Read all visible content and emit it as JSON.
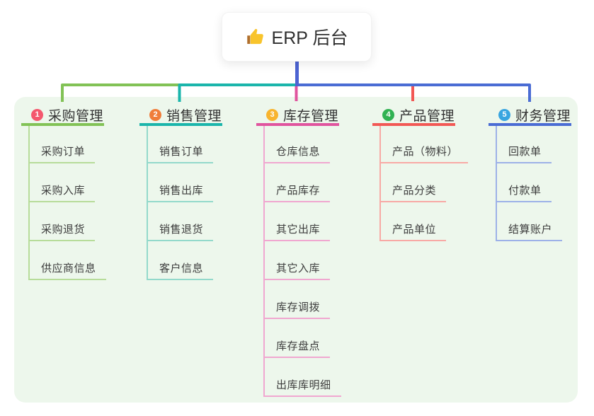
{
  "root": {
    "label": "ERP 后台",
    "icon": "thumbs-up-icon"
  },
  "colors": {
    "canvas_bg": "#ffffff",
    "panel_bg": "#edf7ec",
    "root_line": "#4c63d2",
    "green_line": "#82c256",
    "teal_line": "#1ab5ab",
    "pink_line": "#e0549e",
    "red_line": "#f25855",
    "blue_line": "#4a6cd4"
  },
  "branches": [
    {
      "index": "1",
      "label": "采购管理",
      "badge_color": "#f4586e",
      "line_color": "#82c256",
      "light_color": "#b7dc9a",
      "children": [
        "采购订单",
        "采购入库",
        "采购退货",
        "供应商信息"
      ]
    },
    {
      "index": "2",
      "label": "销售管理",
      "badge_color": "#f07d3a",
      "line_color": "#1ab5ab",
      "light_color": "#93d9cb",
      "children": [
        "销售订单",
        "销售出库",
        "销售退货",
        "客户信息"
      ]
    },
    {
      "index": "3",
      "label": "库存管理",
      "badge_color": "#f8b42e",
      "line_color": "#e0549e",
      "light_color": "#f0a7d0",
      "children": [
        "仓库信息",
        "产品库存",
        "其它出库",
        "其它入库",
        "库存调拨",
        "库存盘点",
        "出库库明细"
      ]
    },
    {
      "index": "4",
      "label": "产品管理",
      "badge_color": "#30b252",
      "line_color": "#f25855",
      "light_color": "#f8a9a5",
      "children": [
        "产品（物料）",
        "产品分类",
        "产品单位"
      ]
    },
    {
      "index": "5",
      "label": "财务管理",
      "badge_color": "#38a5e0",
      "line_color": "#4a6cd4",
      "light_color": "#9db1e8",
      "children": [
        "回款单",
        "付款单",
        "结算账户"
      ]
    }
  ]
}
